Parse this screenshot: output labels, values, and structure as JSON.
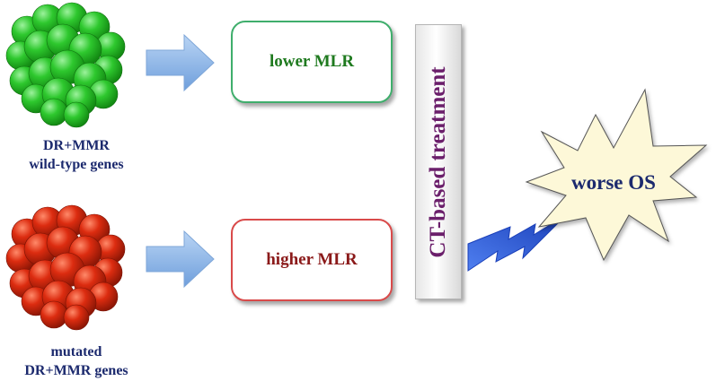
{
  "groups": [
    {
      "caption_line1": "DR+MMR",
      "caption_line2": "wild-type genes",
      "cluster_color": "#22c022",
      "result_label": "lower MLR"
    },
    {
      "caption_line1": "mutated",
      "caption_line2": "DR+MMR genes",
      "cluster_color": "#d42a10",
      "result_label": "higher MLR"
    }
  ],
  "treatment_label": "CT-based treatment",
  "outcome_label": "worse OS",
  "colors": {
    "arrow": "#8fb8e8",
    "lightning": "#2a55d6",
    "burst_fill": "#fdf8d8",
    "burst_text": "#1c2a6e",
    "treatment_text": "#6b1f6b"
  }
}
